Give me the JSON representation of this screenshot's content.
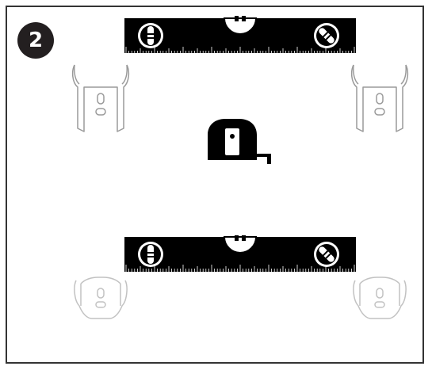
{
  "step": {
    "number": "2"
  },
  "colors": {
    "ink": "#231f20",
    "frame": "#333333",
    "bracket_top": "#9a9a9a",
    "bracket_bottom": "#c2c2c2",
    "level_bar": "#000000",
    "vial": "#ffffff"
  },
  "icons": {
    "levels": "spirit-level",
    "brackets": "mounting-bracket",
    "measure": "tape-measure"
  }
}
